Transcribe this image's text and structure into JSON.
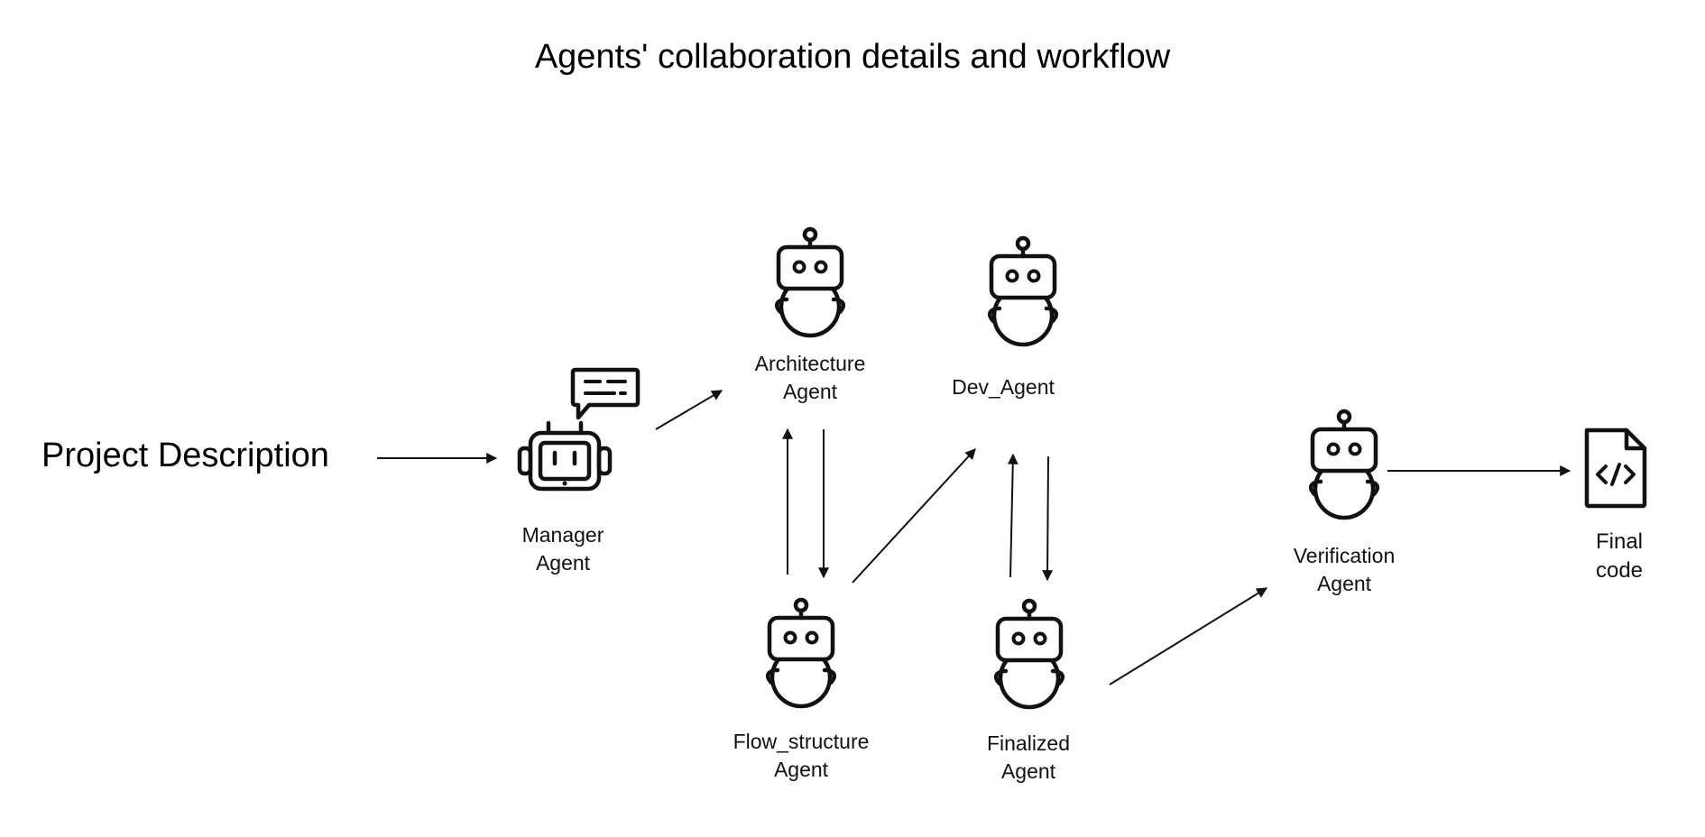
{
  "title": "Agents' collaboration details and workflow",
  "input_label": "Project Description",
  "nodes": {
    "manager": {
      "line1": "Manager",
      "line2": "Agent",
      "icon": "manager-robot-icon"
    },
    "architecture": {
      "line1": "Architecture",
      "line2": "Agent",
      "icon": "robot-icon"
    },
    "dev": {
      "line1": "Dev_Agent",
      "icon": "robot-icon"
    },
    "flow_structure": {
      "line1": "Flow_structure",
      "line2": "Agent",
      "icon": "robot-icon"
    },
    "finalized": {
      "line1": "Finalized",
      "line2": "Agent",
      "icon": "robot-icon"
    },
    "verification": {
      "line1": "Verification",
      "line2": "Agent",
      "icon": "robot-icon"
    },
    "final_code": {
      "line1": "Final",
      "line2": "code",
      "icon": "code-file-icon"
    }
  },
  "edges": [
    {
      "from": "Project Description",
      "to": "Manager Agent"
    },
    {
      "from": "Manager Agent",
      "to": "Architecture Agent"
    },
    {
      "from": "Flow_structure Agent",
      "to": "Architecture Agent"
    },
    {
      "from": "Architecture Agent",
      "to": "Flow_structure Agent"
    },
    {
      "from": "Flow_structure Agent",
      "to": "Dev_Agent"
    },
    {
      "from": "Finalized Agent",
      "to": "Dev_Agent"
    },
    {
      "from": "Dev_Agent",
      "to": "Finalized Agent"
    },
    {
      "from": "Finalized Agent",
      "to": "Verification Agent"
    },
    {
      "from": "Verification Agent",
      "to": "Final code"
    }
  ],
  "colors": {
    "stroke": "#111111",
    "background": "#ffffff"
  }
}
